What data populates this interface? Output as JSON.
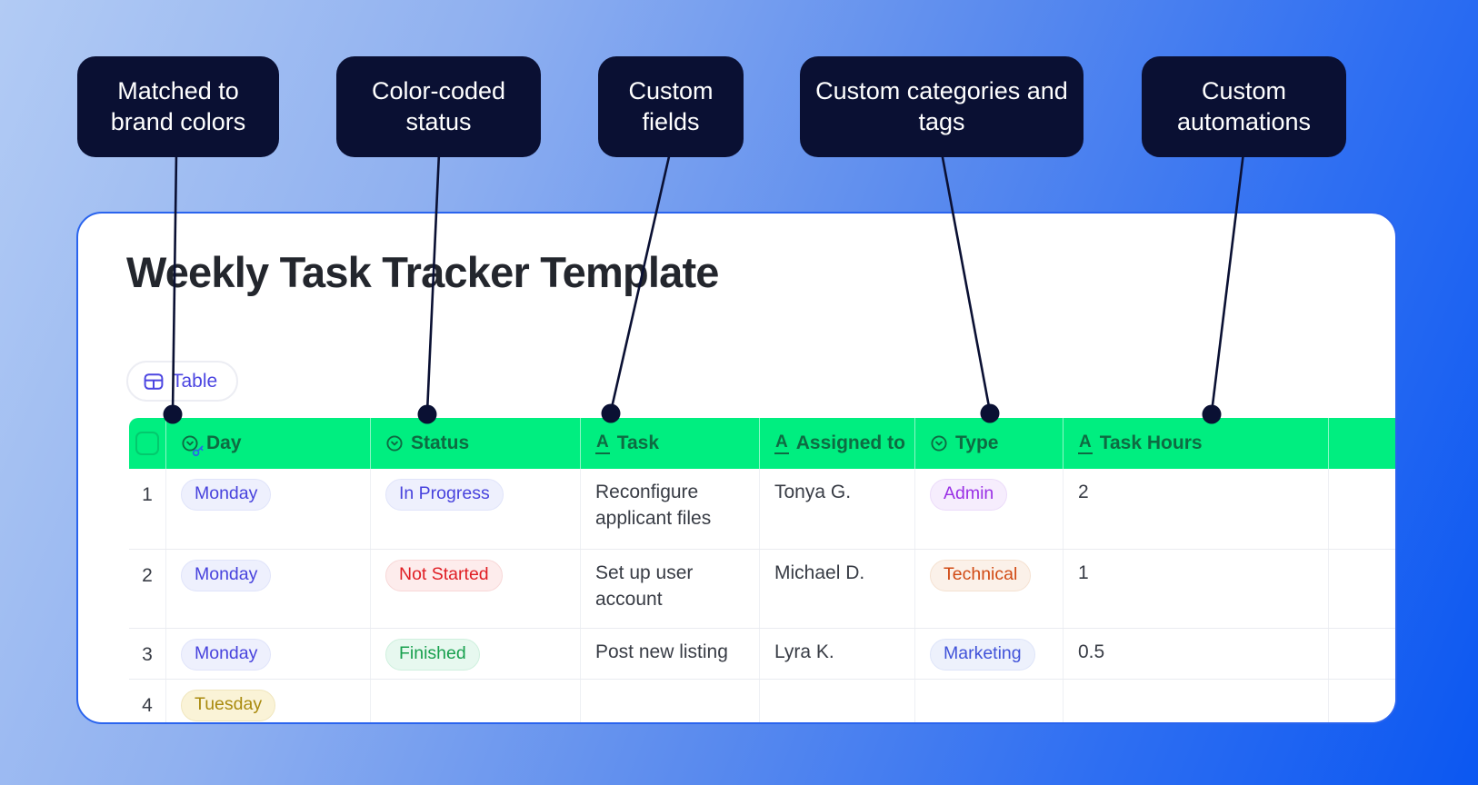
{
  "callouts": {
    "items": [
      {
        "label": "Matched to brand colors"
      },
      {
        "label": "Color-coded status"
      },
      {
        "label": "Custom fields"
      },
      {
        "label": "Custom categories and tags"
      },
      {
        "label": "Custom automations"
      }
    ]
  },
  "card": {
    "title": "Weekly Task Tracker Template",
    "view_button": {
      "label": "Table",
      "icon": "table-grid-icon"
    }
  },
  "table": {
    "header": {
      "day": {
        "label": "Day",
        "icon": "single-select-with-key-icon"
      },
      "status": {
        "label": "Status",
        "icon": "single-select-icon"
      },
      "task": {
        "label": "Task",
        "icon": "text-field-icon"
      },
      "assigned": {
        "label": "Assigned to",
        "icon": "text-field-icon"
      },
      "type": {
        "label": "Type",
        "icon": "single-select-icon"
      },
      "hours": {
        "label": "Task Hours",
        "icon": "text-field-icon"
      }
    },
    "rows": [
      {
        "num": "1",
        "day": "Monday",
        "status": "In Progress",
        "task": "Reconfigure applicant files",
        "assigned": "Tonya G.",
        "type": "Admin",
        "hours": "2"
      },
      {
        "num": "2",
        "day": "Monday",
        "status": "Not Started",
        "task": "Set up user account",
        "assigned": "Michael D.",
        "type": "Technical",
        "hours": "1"
      },
      {
        "num": "3",
        "day": "Monday",
        "status": "Finished",
        "task": "Post new listing",
        "assigned": "Lyra K.",
        "type": "Marketing",
        "hours": "0.5"
      },
      {
        "num": "4",
        "day": "Tuesday",
        "status": "",
        "task": "",
        "assigned": "",
        "type": "",
        "hours": ""
      }
    ]
  },
  "colors": {
    "background_gradient_start": "#B2CBF4",
    "background_gradient_end": "#0B57F1",
    "callout_bg": "#0A1033",
    "card_border_blue": "#2A64EE",
    "header_green": "#00EE80",
    "header_text_green": "#0E6B42",
    "accent_indigo": "#4B45E1",
    "pill_indigo": "#4843DD",
    "pill_blue": "#4052D9",
    "pill_red": "#E01E24",
    "pill_green": "#18A04E",
    "pill_yellow": "#A98A0E",
    "pill_purple": "#9A30E5",
    "pill_orange": "#D14A14"
  }
}
